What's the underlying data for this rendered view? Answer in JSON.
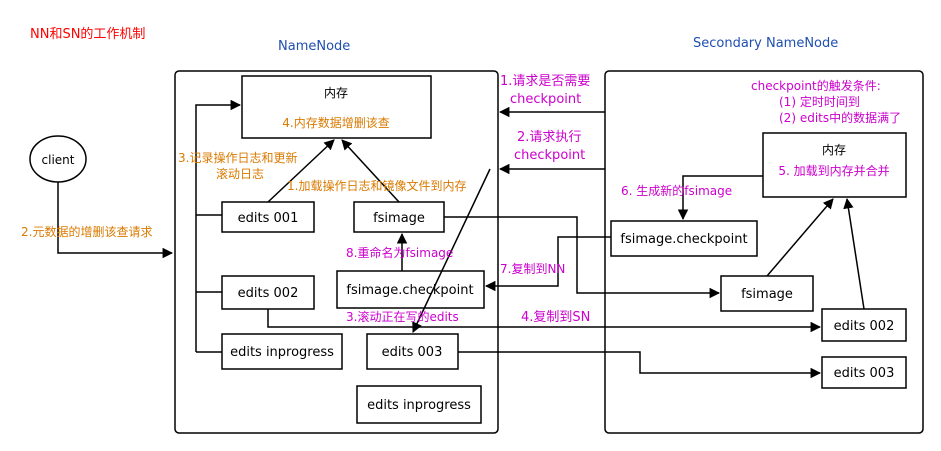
{
  "title": "NN和SN的工作机制",
  "colors": {
    "title": "#ff0000",
    "heading": "#1f4fb0",
    "orange": "#d97a00",
    "magenta": "#cc00cc",
    "blue": "#3355cc",
    "stroke": "#000000"
  },
  "namenode": {
    "heading": "NameNode",
    "memory_title": "内存",
    "memory_note": "4.内存数据增删该查",
    "edits_001": "edits 001",
    "edits_002": "edits 002",
    "edits_inprogress": "edits inprogress",
    "fsimage": "fsimage",
    "fsimage_checkpoint": "fsimage.checkpoint",
    "edits_003": "edits 003",
    "edits_inprogress_new": "edits inprogress"
  },
  "secondary": {
    "heading": "Secondary   NameNode",
    "trigger_title": "checkpoint的触发条件:",
    "trigger_1": "(1) 定时时间到",
    "trigger_2": "(2) edits中的数据满了",
    "memory_title": "内存",
    "memory_note": "5. 加载到内存并合并",
    "fsimage_checkpoint": "fsimage.checkpoint",
    "fsimage": "fsimage",
    "edits_002": "edits 002",
    "edits_003": "edits 003"
  },
  "client": "client",
  "steps": {
    "s1_line1": "1.请求是否需要",
    "s1_line2": "checkpoint",
    "s2_line1": "2.请求执行",
    "s2_line2": "checkpoint",
    "client_request": "2.元数据的增删该查请求",
    "log_line1": "3.记录操作日志和更新",
    "log_line2": "滚动日志",
    "load": "1.加载操作日志和镜像文件到内存",
    "rename": "8.重命名为fsimage",
    "copy_to_nn": "7.复制到NN",
    "roll": "3.滚动正在写的edits",
    "copy_to_sn": "4.复制到SN",
    "generate": "6. 生成新的fsimage"
  }
}
